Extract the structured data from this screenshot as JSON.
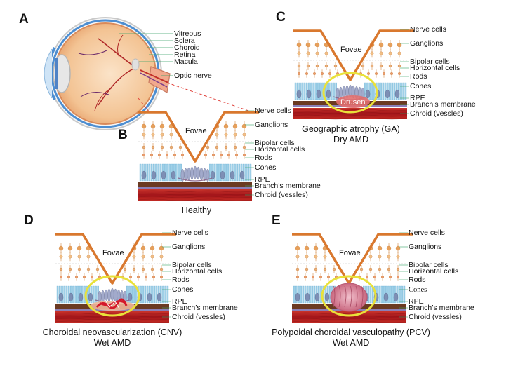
{
  "panels": {
    "A": {
      "letter": "A",
      "labels": [
        "Vitreous",
        "Sclera",
        "Choroid",
        "Retina",
        "Macula",
        "Optic nerve"
      ]
    },
    "B": {
      "letter": "B",
      "fovea": "Fovae",
      "caption_line1": "Healthy",
      "caption_line2": "",
      "drusen": "",
      "labels": {
        "nerve": "Nerve cells",
        "ganglions": "Ganglions",
        "bipolar": "Bipolar cells",
        "horizontal": "Horizontal cells",
        "rods": "Rods",
        "cones": "Cones",
        "rpe": "RPE",
        "bruch": "Branch’s membrane",
        "chroid": "Chroid (vessles)"
      }
    },
    "C": {
      "letter": "C",
      "fovea": "Fovae",
      "caption_line1": "Geographic atrophy (GA)",
      "caption_line2": "Dry AMD",
      "drusen": "Drusen",
      "labels": {
        "nerve": "Nerve cells",
        "ganglions": "Ganglions",
        "bipolar": "Bipolar cells",
        "horizontal": "Horizontal cells",
        "rods": "Rods",
        "cones": "Cones",
        "rpe": "RPE",
        "bruch": "Branch’s membrane",
        "chroid": "Chroid (vessles)"
      }
    },
    "D": {
      "letter": "D",
      "fovea": "Fovae",
      "caption_line1": "Choroidal neovascularization (CNV)",
      "caption_line2": "Wet AMD",
      "drusen": "",
      "labels": {
        "nerve": "Nerve cells",
        "ganglions": "Ganglions",
        "bipolar": "Bipolar cells",
        "horizontal": "Horizontal cells",
        "rods": "Rods",
        "cones": "Cones",
        "rpe": "RPE",
        "bruch": "Branch’s membrane",
        "chroid": "Chroid (vessles)"
      }
    },
    "E": {
      "letter": "E",
      "fovea": "Fovae",
      "caption_line1": "Polypoidal choroidal vasculopathy (PCV)",
      "caption_line2": "Wet AMD",
      "drusen": "",
      "labels": {
        "nerve": "Nerve cells",
        "ganglions": "Ganglions",
        "bipolar": "Bipolar cells",
        "horizontal": "Horizontal cells",
        "rods": "Rods",
        "cones": "Cones",
        "rpe": "RPE",
        "bruch": "Branch’s membrane",
        "chroid": "Chroid (vessles)"
      }
    }
  },
  "colors": {
    "fovea_outline": "#d9782e",
    "highlight_ring": "#e9e13a",
    "choroid": "#b5221b",
    "rpe": "#6b3a22",
    "bruch": "#8a7fb8",
    "rods_cones": "#9fd0e8",
    "cell_orange": "#e7a05a",
    "eye_body": "#f4c9a0",
    "drusen": "#e26f6f",
    "cnv": "#d5182a",
    "pcv": "#d78da0",
    "leader": "#3aa36a"
  }
}
